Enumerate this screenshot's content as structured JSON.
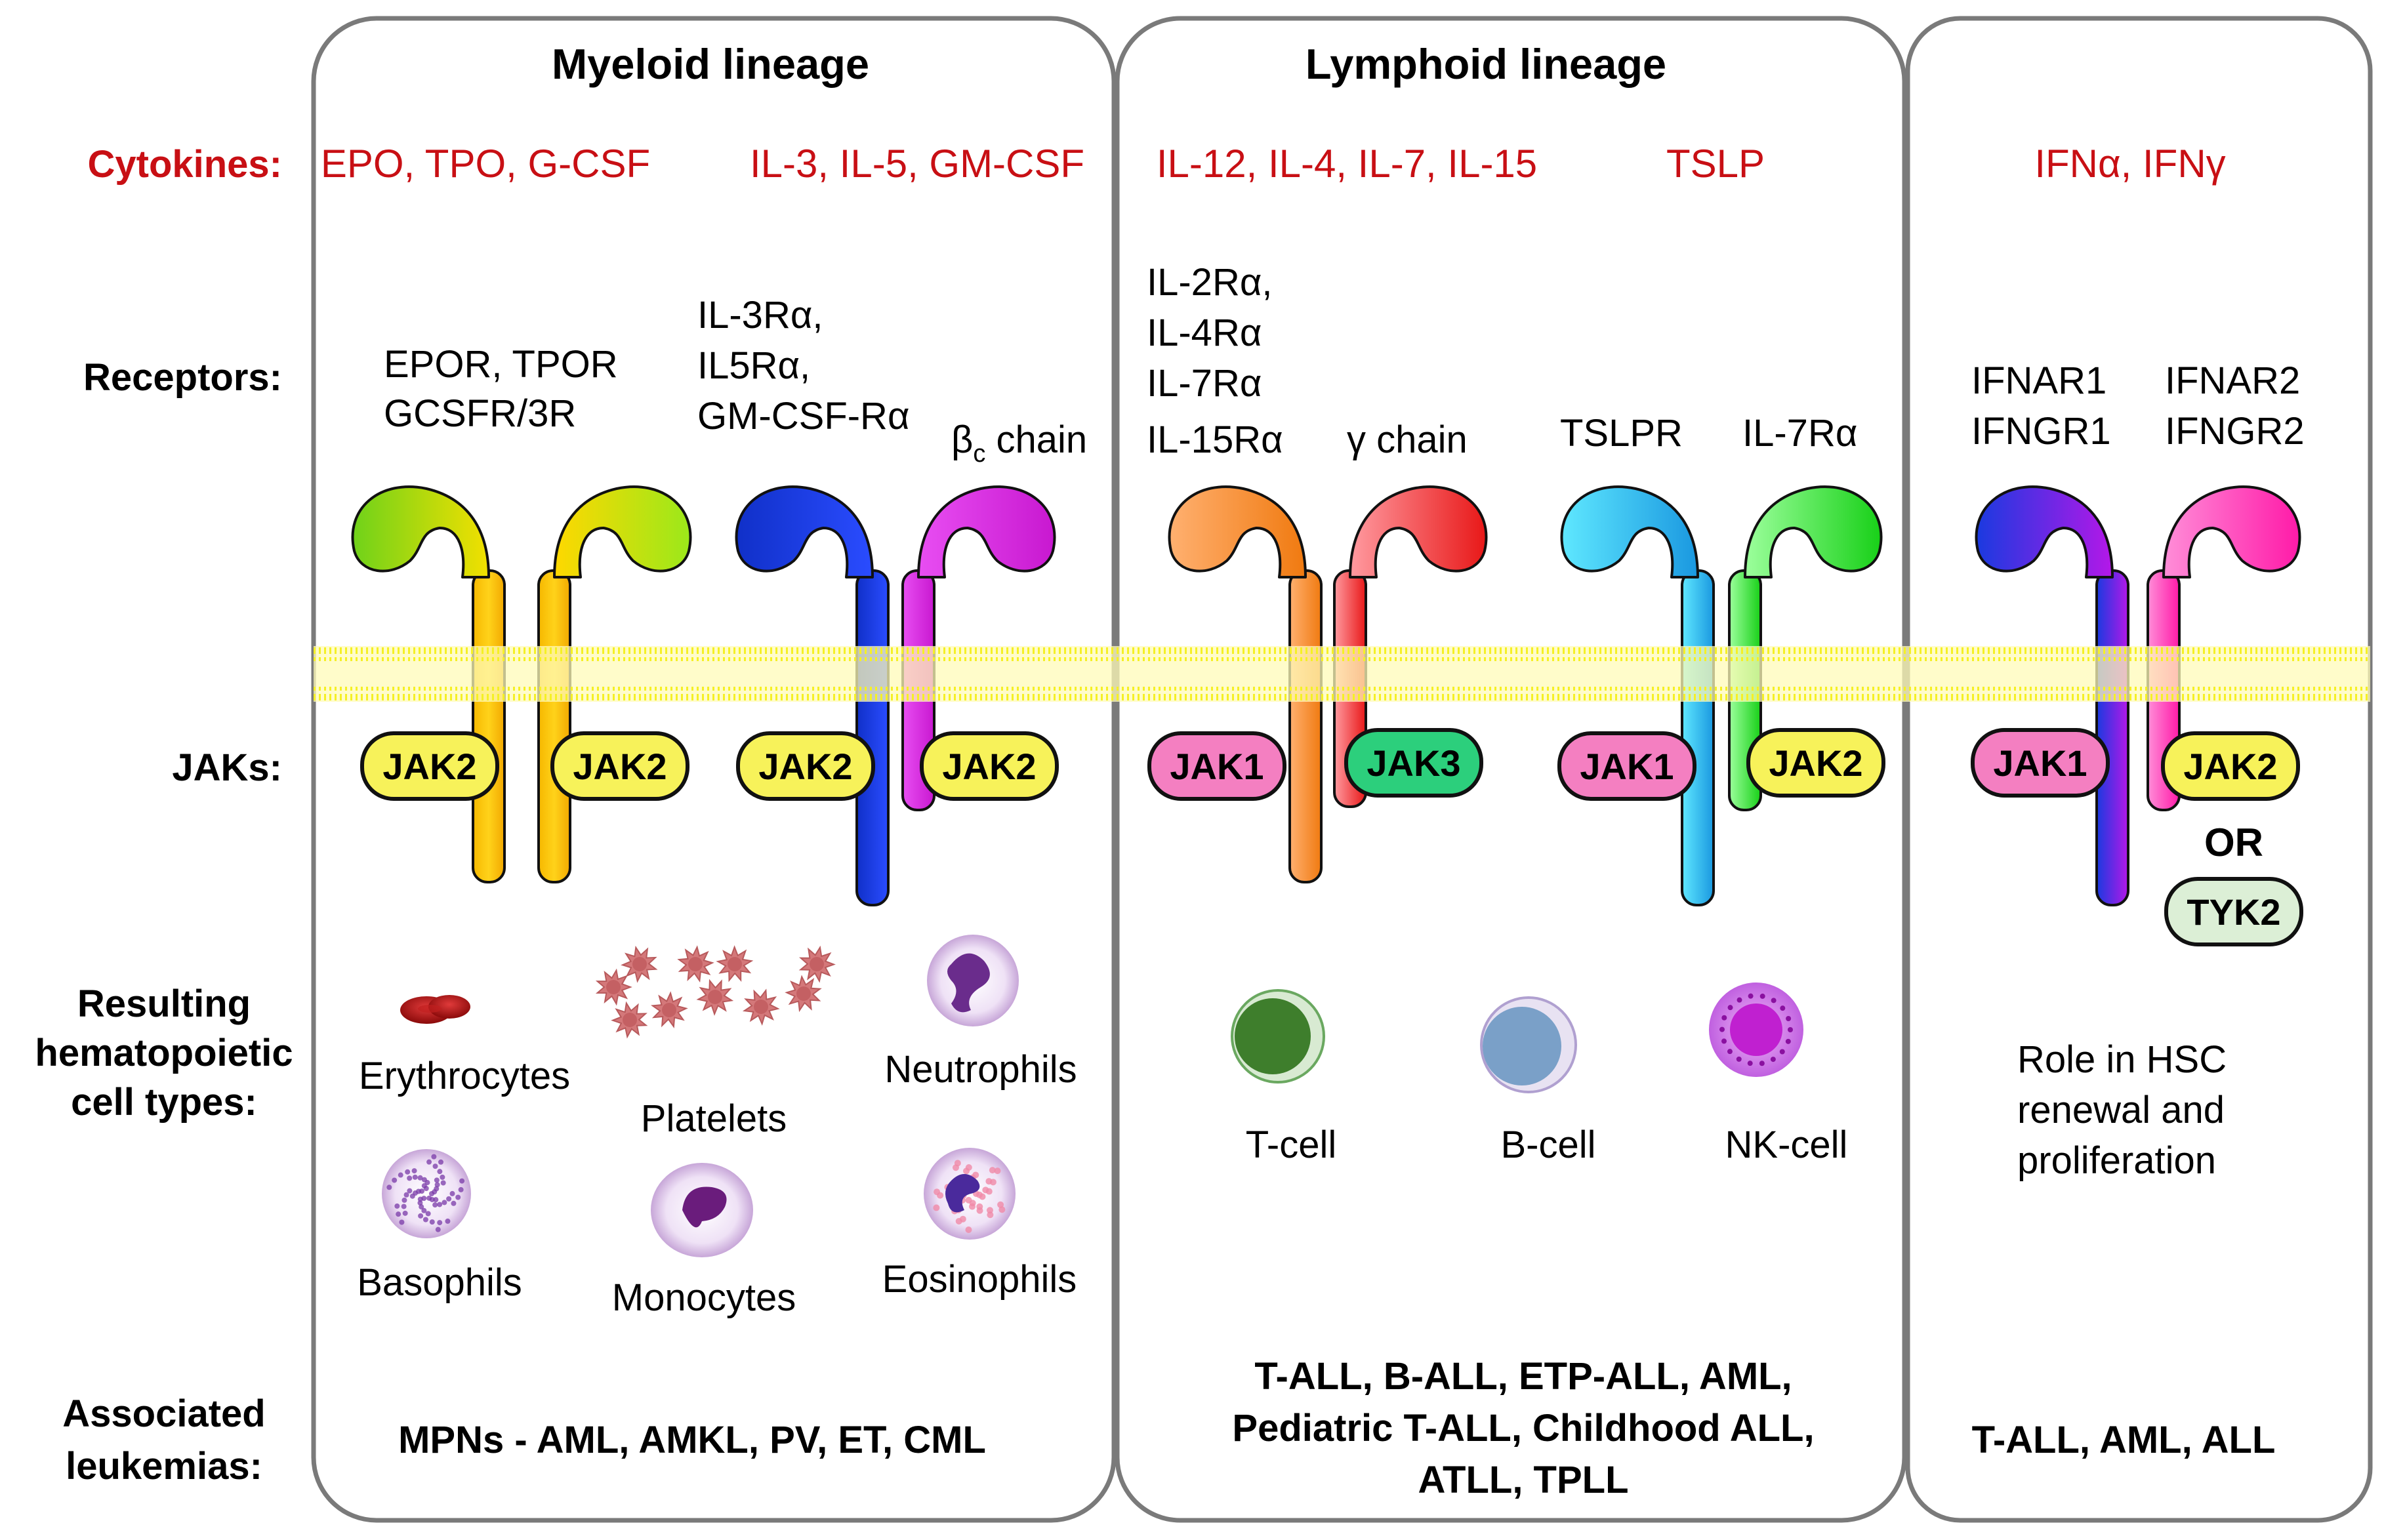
{
  "panels": {
    "myeloid_title": "Myeloid lineage",
    "lymphoid_title": "Lymphoid lineage"
  },
  "row_labels": {
    "cytokines": "Cytokines:",
    "receptors": "Receptors:",
    "jaks": "JAKs:",
    "cell_types": [
      "Resulting",
      "hematopoietic",
      "cell types:"
    ],
    "leukemias": [
      "Associated",
      "leukemias:"
    ]
  },
  "cytokines": {
    "myeloid_a": "EPO, TPO, G-CSF",
    "myeloid_b": "IL-3, IL-5, GM-CSF",
    "lymphoid_a": "IL-12, IL-4, IL-7, IL-15",
    "lymphoid_b": "TSLP",
    "interferon": "IFNα, IFNγ"
  },
  "receptors": {
    "epor": [
      "EPOR, TPOR",
      "GCSFR/3R"
    ],
    "il3": [
      "IL-3Rα,",
      "IL5Rα,",
      "GM-CSF-Rα"
    ],
    "bc_chain": {
      "base": "β",
      "sub": "c",
      "rest": " chain"
    },
    "il2": [
      "IL-2Rα,",
      "IL-4Rα",
      "IL-7Rα",
      "IL-15Rα"
    ],
    "gamma_chain": "γ chain",
    "tslpr": "TSLPR",
    "il7": "IL-7Rα",
    "ifnar1": [
      "IFNAR1",
      "IFNGR1"
    ],
    "ifnar2": [
      "IFNAR2",
      "IFNGR2"
    ]
  },
  "jaks": {
    "m1": "JAK2",
    "m2": "JAK2",
    "m3": "JAK2",
    "m4": "JAK2",
    "l1": "JAK1",
    "l2": "JAK3",
    "l3": "JAK1",
    "l4": "JAK2",
    "i1": "JAK1",
    "i2": "JAK2",
    "or_text": "OR",
    "i3": "TYK2"
  },
  "cells": {
    "erythrocytes": "Erythrocytes",
    "platelets": "Platelets",
    "neutrophils": "Neutrophils",
    "basophils": "Basophils",
    "monocytes": "Monocytes",
    "eosinophils": "Eosinophils",
    "tcell": "T-cell",
    "bcell": "B-cell",
    "nkcell": "NK-cell",
    "hsc": [
      "Role in HSC",
      "renewal and",
      "proliferation"
    ]
  },
  "leukemias": {
    "myeloid": "MPNs - AML, AMKL, PV, ET, CML",
    "lymphoid": [
      "T-ALL, B-ALL, ETP-ALL, AML,",
      "Pediatric T-ALL, Childhood ALL,",
      "ATLL,  TPLL"
    ],
    "interferon": "T-ALL, AML, ALL"
  },
  "colors": {
    "cytokine_red": "#c80f14",
    "membrane_yellow": "#f5f026",
    "jak_yellow": "#f7f25a",
    "jak_pink": "#f47fc1",
    "jak_green": "#2ccf7c",
    "tyk_green": "#dcefd6"
  }
}
